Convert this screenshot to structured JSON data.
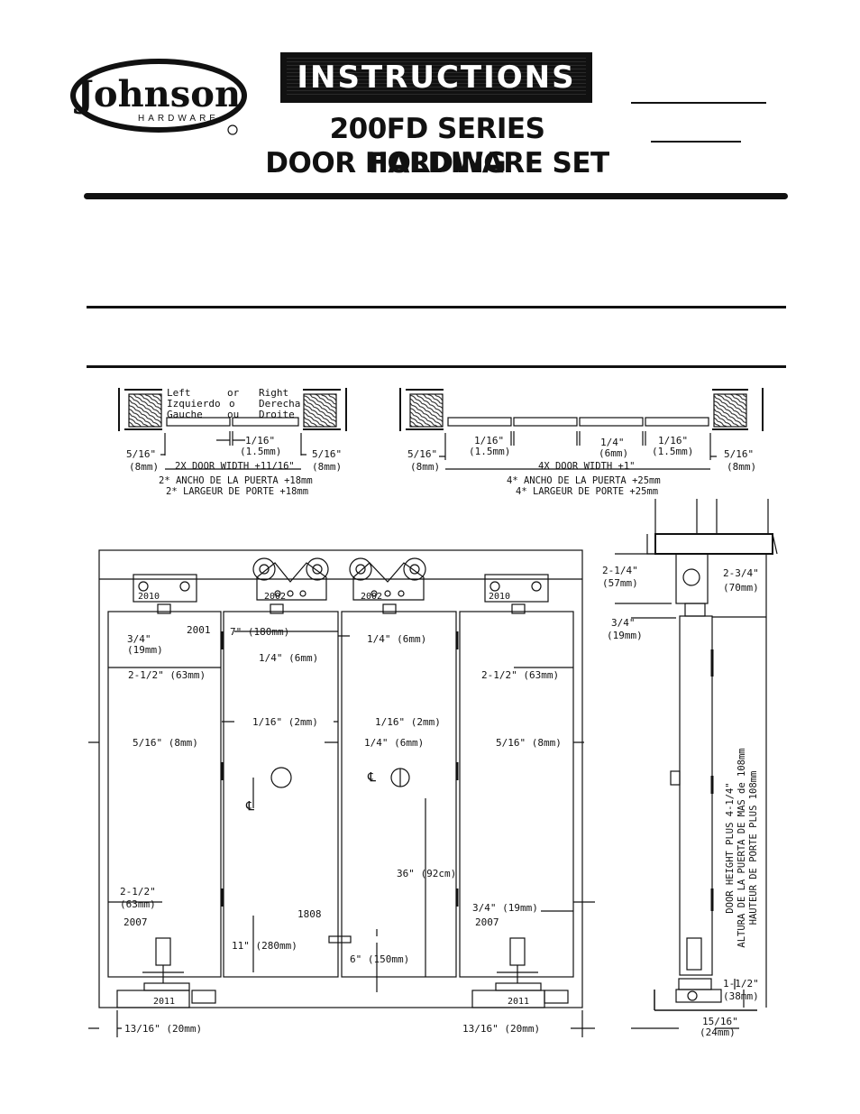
{
  "brand": {
    "name": "Johnson",
    "sub": "HARDWARE",
    "registered": "R"
  },
  "header": {
    "banner": "INSTRUCTIONS",
    "title_line1": "200FD SERIES FOLDING",
    "title_line2": "DOOR HARDWARE SET"
  },
  "top_left": {
    "col_left": [
      "Left",
      "Izquierdo",
      "Gauche"
    ],
    "col_or": [
      "or",
      "o",
      "ou"
    ],
    "col_right": [
      "Right",
      "Derecha",
      "Droite"
    ],
    "gap": [
      "1/16\"",
      "(1.5mm)"
    ],
    "side_l": [
      "5/16\"",
      "(8mm)"
    ],
    "side_r": [
      "5/16\"",
      "(8mm)"
    ],
    "width": "2X DOOR WIDTH +11/16\"",
    "width_es": "2* ANCHO DE LA PUERTA +18mm",
    "width_fr": "2* LARGEUR DE PORTE +18mm"
  },
  "top_right": {
    "side_l": [
      "5/16\"",
      "(8mm)"
    ],
    "gap_l": [
      "1/16\"",
      "(1.5mm)"
    ],
    "gap_c": [
      "1/4\"",
      "(6mm)"
    ],
    "gap_r": [
      "1/16\"",
      "(1.5mm)"
    ],
    "side_r": [
      "5/16\"",
      "(8mm)"
    ],
    "width": "4X DOOR WIDTH +1\"",
    "width_es": "4* ANCHO DE LA PUERTA +25mm",
    "width_fr": "4* LARGEUR DE PORTE +25mm"
  },
  "front": {
    "parts": {
      "bracket": "2010",
      "hanger": "2002",
      "pin": "2001",
      "pivot": "2007",
      "floor": "2011",
      "pull": "1808"
    },
    "dims": {
      "edge_l": "3/4\"",
      "edge_l_mm": "(19mm)",
      "hinge_l": "2-1/2\" (63mm)",
      "hinge_r": "2-1/2\" (63mm)",
      "hanger_in": "7\" (180mm)",
      "hanger_gap_l": "1/4\" (6mm)",
      "hanger_gap_r": "1/4\" (6mm)",
      "mid_gap_l": "1/16\" (2mm)",
      "mid_gap_r": "1/16\" (2mm)",
      "side_l": "5/16\" (8mm)",
      "side_r": "5/16\" (8mm)",
      "center_gap": "1/4\" (6mm)",
      "cl": "℄",
      "height_36": "36\" (92cm)",
      "bottom_l": "2-1/2\"",
      "bottom_l_mm": "(63mm)",
      "bottom_r": "3/4\" (19mm)",
      "pull_11": "11\" (280mm)",
      "pull_6": "6\" (150mm)",
      "jamb_l": "13/16\" (20mm)",
      "jamb_r": "13/16\" (20mm)"
    }
  },
  "side": {
    "top_a": [
      "2-1/4\"",
      "(57mm)"
    ],
    "top_b": [
      "2-3/4\"",
      "(70mm)"
    ],
    "offset": [
      "3/4\"",
      "(19mm)"
    ],
    "height": [
      "DOOR HEIGHT PLUS 4-1/4\"",
      "ALTURA DE LA PUERTA DE MAS de 108mm",
      "HAUTEUR DE PORTE PLUS 108mm"
    ],
    "bottom": [
      "1-1/2\"",
      "(38mm)"
    ],
    "floor": [
      "15/16\"",
      "(24mm)"
    ]
  }
}
